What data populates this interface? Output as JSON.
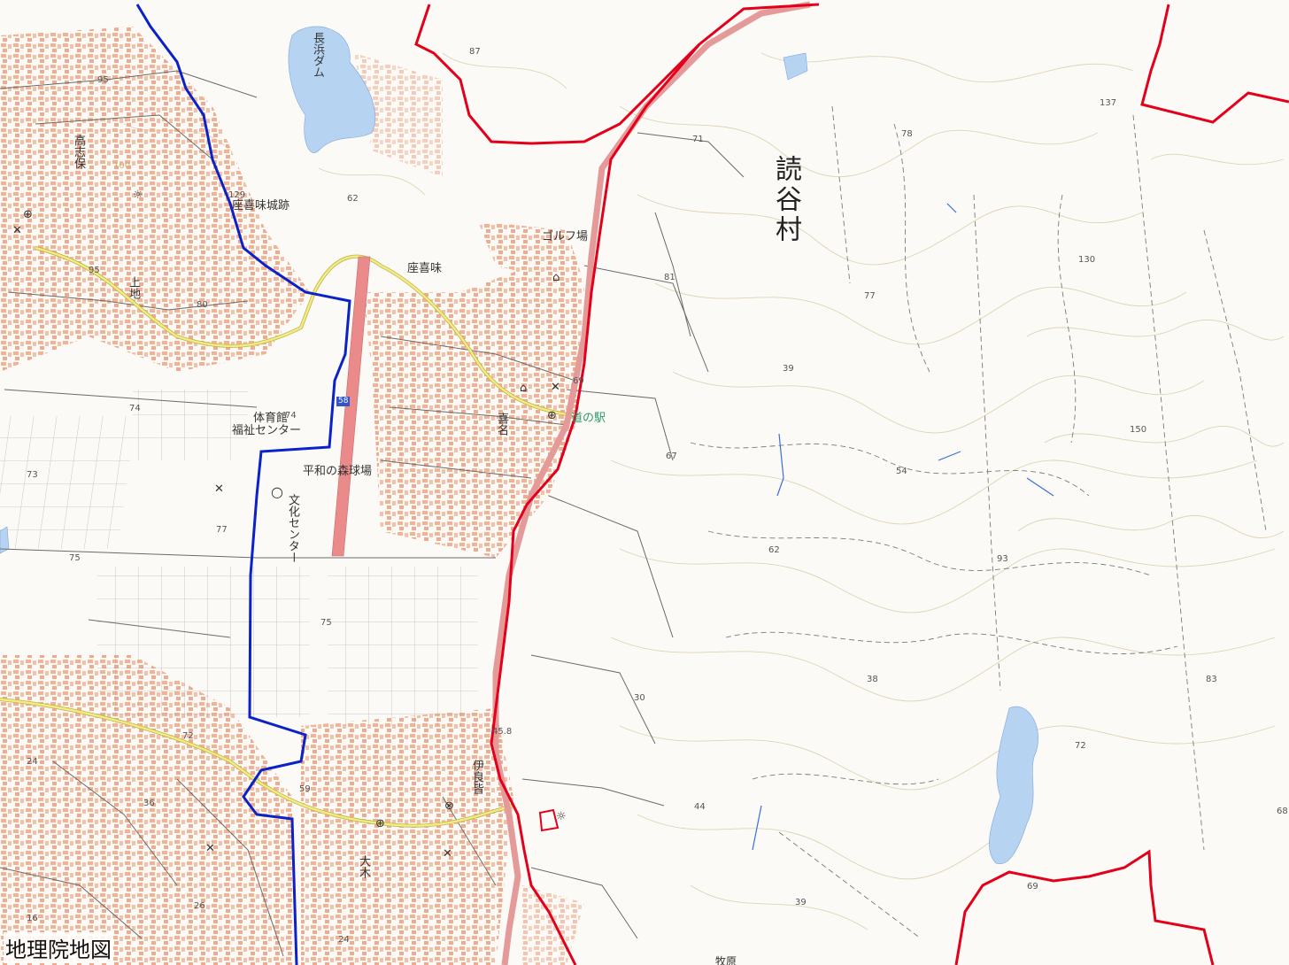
{
  "attribution": "地理院地図",
  "colors": {
    "municipal_boundary": "#e3001b",
    "district_boundary": "#0022cc",
    "highway": "#ea8a8a",
    "prefectural_road": "#e8e06a",
    "buildings": "#f3a98a",
    "water": "#b7d3f2",
    "contour": "#d9c9a3",
    "road": "#5e5e5e"
  },
  "labels": {
    "village": "読谷村",
    "takashiho": "高志保",
    "uechi": "上地",
    "zakimi_castle": "座喜味城跡",
    "zakimi": "座喜味",
    "nagahama_dam": "長浜ダム",
    "golf": "ゴルフ場",
    "kina": "喜名",
    "michinoeki": "道の駅",
    "gym": "体育館",
    "welfare": "福祉センター",
    "stadium": "平和の森球場",
    "culture": "文化センター",
    "irami": "伊良皆",
    "oki": "大木",
    "route58": "58",
    "makihara": "牧原"
  },
  "elevations": {
    "e87": "87",
    "e95a": "95",
    "e129": "129",
    "e62a": "62",
    "e95b": "95",
    "e80": "80",
    "e74a": "74",
    "e74b": "74",
    "e73": "73",
    "e77a": "77",
    "e75a": "75",
    "e75b": "75",
    "e72": "72",
    "e24a": "24",
    "e36": "36",
    "e26": "26",
    "e16": "16",
    "e24b": "24",
    "e59": "59",
    "e45": "45.8",
    "e30": "30",
    "e69a": "69",
    "e71": "71",
    "e81": "81",
    "e67": "67",
    "e78": "78",
    "e77b": "77",
    "e39a": "39",
    "e54": "54",
    "e62b": "62",
    "e38": "38",
    "e44": "44",
    "e39b": "39",
    "e93": "93",
    "e137": "137",
    "e130": "130",
    "e150": "150",
    "e83": "83",
    "e72b": "72",
    "e69b": "69",
    "e68": "68",
    "e100": "100"
  }
}
